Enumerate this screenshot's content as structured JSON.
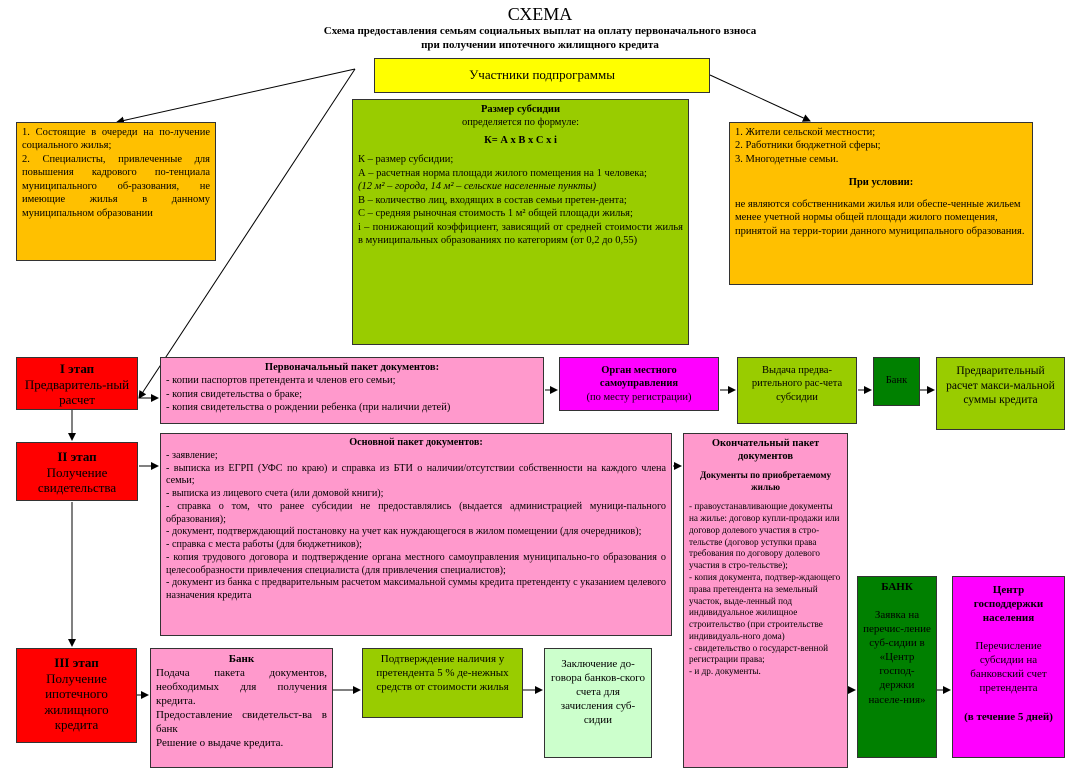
{
  "header": {
    "title": "СХЕМА",
    "subtitle_1": "Схема предоставления семьям социальных выплат на оплату первоначального взноса",
    "subtitle_2": "при получении ипотечного жилищного кредита"
  },
  "participants": {
    "label": "Участники подпрограммы"
  },
  "left_box": {
    "item_1": "1. Состоящие в очереди на по-лучение социального жилья;",
    "item_2": "2. Специалисты, привлеченные для повышения кадрового по-тенциала муниципального об-разования, не имеющие жилья в данному муниципальном образовании"
  },
  "subsidy": {
    "title": "Размер субсидии",
    "subtitle": "определяется по формуле:",
    "formula": "К= А х В х С х i",
    "k": "К – размер субсидии;",
    "a": "А – расчетная норма площади жилого помещения на 1 человека;",
    "a_note": "(12 м² – города, 14 м² – сельские населенные пункты)",
    "b": "В – количество лиц, входящих в состав семьи претен-дента;",
    "c": "С – средняя рыночная стоимость 1 м² общей площади жилья;",
    "i": "i – понижающий коэффициент, зависящий от средней стоимости жилья в муниципальных образованиях по категориям (от 0,2 до 0,55)"
  },
  "right_box": {
    "item_1": "1. Жители сельской местности;",
    "item_2": "2. Работники бюджетной сферы;",
    "item_3": "3. Многодетные семьи.",
    "cond_title": "При условии:",
    "cond_text": "не являются собственниками жилья или обеспе-ченные жильем менее учетной нормы общей площади жилого помещения, принятой на терри-тории данного муниципального образования."
  },
  "stage_1": {
    "label": "I этап",
    "name": "Предваритель-ный расчет",
    "docs_title": "Первоначальный пакет документов:",
    "docs": [
      "- копии паспортов претендента и членов его семьи;",
      "- копия свидетельства о браке;",
      "- копия свидетельства о рождении ребенка (при наличии детей)"
    ],
    "authority_title": "Орган местного самоуправления",
    "authority_note": "(по месту регистрации)",
    "issue": "Выдача предва-рительного рас-чета субсидии",
    "bank": "Банк",
    "prelim": "Предварительный расчет макси-мальной суммы кредита"
  },
  "stage_2": {
    "label": "II этап",
    "name": "Получение свидетельства",
    "docs_title": "Основной пакет документов:",
    "docs": [
      "- заявление;",
      "- выписка из ЕГРП (УФС по краю) и справка из БТИ о наличии/отсутствии собственности на каждого члена семьи;",
      "- выписка из лицевого счета (или домовой книги);",
      "- справка о том, что ранее субсидии не предоставлялись (выдается администрацией муници-пального образования);",
      "- документ, подтверждающий постановку на учет как нуждающегося в жилом помещении (для очередников);",
      "- справка с места работы (для бюджетников);",
      "- копия трудового договора и подтверждение органа местного самоуправления муниципально-го образования о целесообразности привлечения специалиста (для привлечения специалистов);",
      "- документ из банка с предварительным расчетом максимальной суммы кредита претенденту с указанием целевого назначения кредита"
    ]
  },
  "final_docs": {
    "title": "Окончательный пакет документов",
    "subtitle": "Документы по приобретаемому жилью",
    "items": [
      "- правоустанавливающие документы на жилье: договор купли-продажи или договор долевого участия в стро-тельстве (договор уступки права требования по договору долевого участия в стро-тельстве);",
      "- копия документа, подтвер-ждающего права претендента на земельный участок, выде-ленный под индивидуальное жилищное строительство (при строительстве индивидуаль-ного дома)",
      "- свидетельство о государст-венной регистрации права;",
      "- и др. документы."
    ]
  },
  "stage_3": {
    "label": "III этап",
    "name": "Получение ипотечного жилищного кредита",
    "bank_title": "Банк",
    "bank_text_1": "Подача пакета документов, необходимых для получения кредита.",
    "bank_text_2": "Предоставление свидетельст-ва в банк",
    "bank_text_3": "Решение о выдаче кредита.",
    "confirm": "Подтверждение наличия у претендента 5 % де-нежных средств от стоимости жилья",
    "contract": "Заключение до-говора банков-ского счета для зачисления суб-сидии",
    "bank2_title": "БАНК",
    "bank2_text": "Заявка на перечис-ление суб-сидии в «Центр господ-держки населе-ния»",
    "center_title": "Центр господдержки населения",
    "center_text": "Перечисление субсидии на банковский счет претендента",
    "center_term": "(в течение 5 дней)"
  },
  "colors": {
    "yellow": "#ffff00",
    "orange": "#ffc000",
    "green": "#99cc00",
    "pink": "#ff99cc",
    "magenta": "#ff00ff",
    "red": "#ff0000",
    "light_green": "#ccffcc",
    "dark_green": "#008000"
  }
}
